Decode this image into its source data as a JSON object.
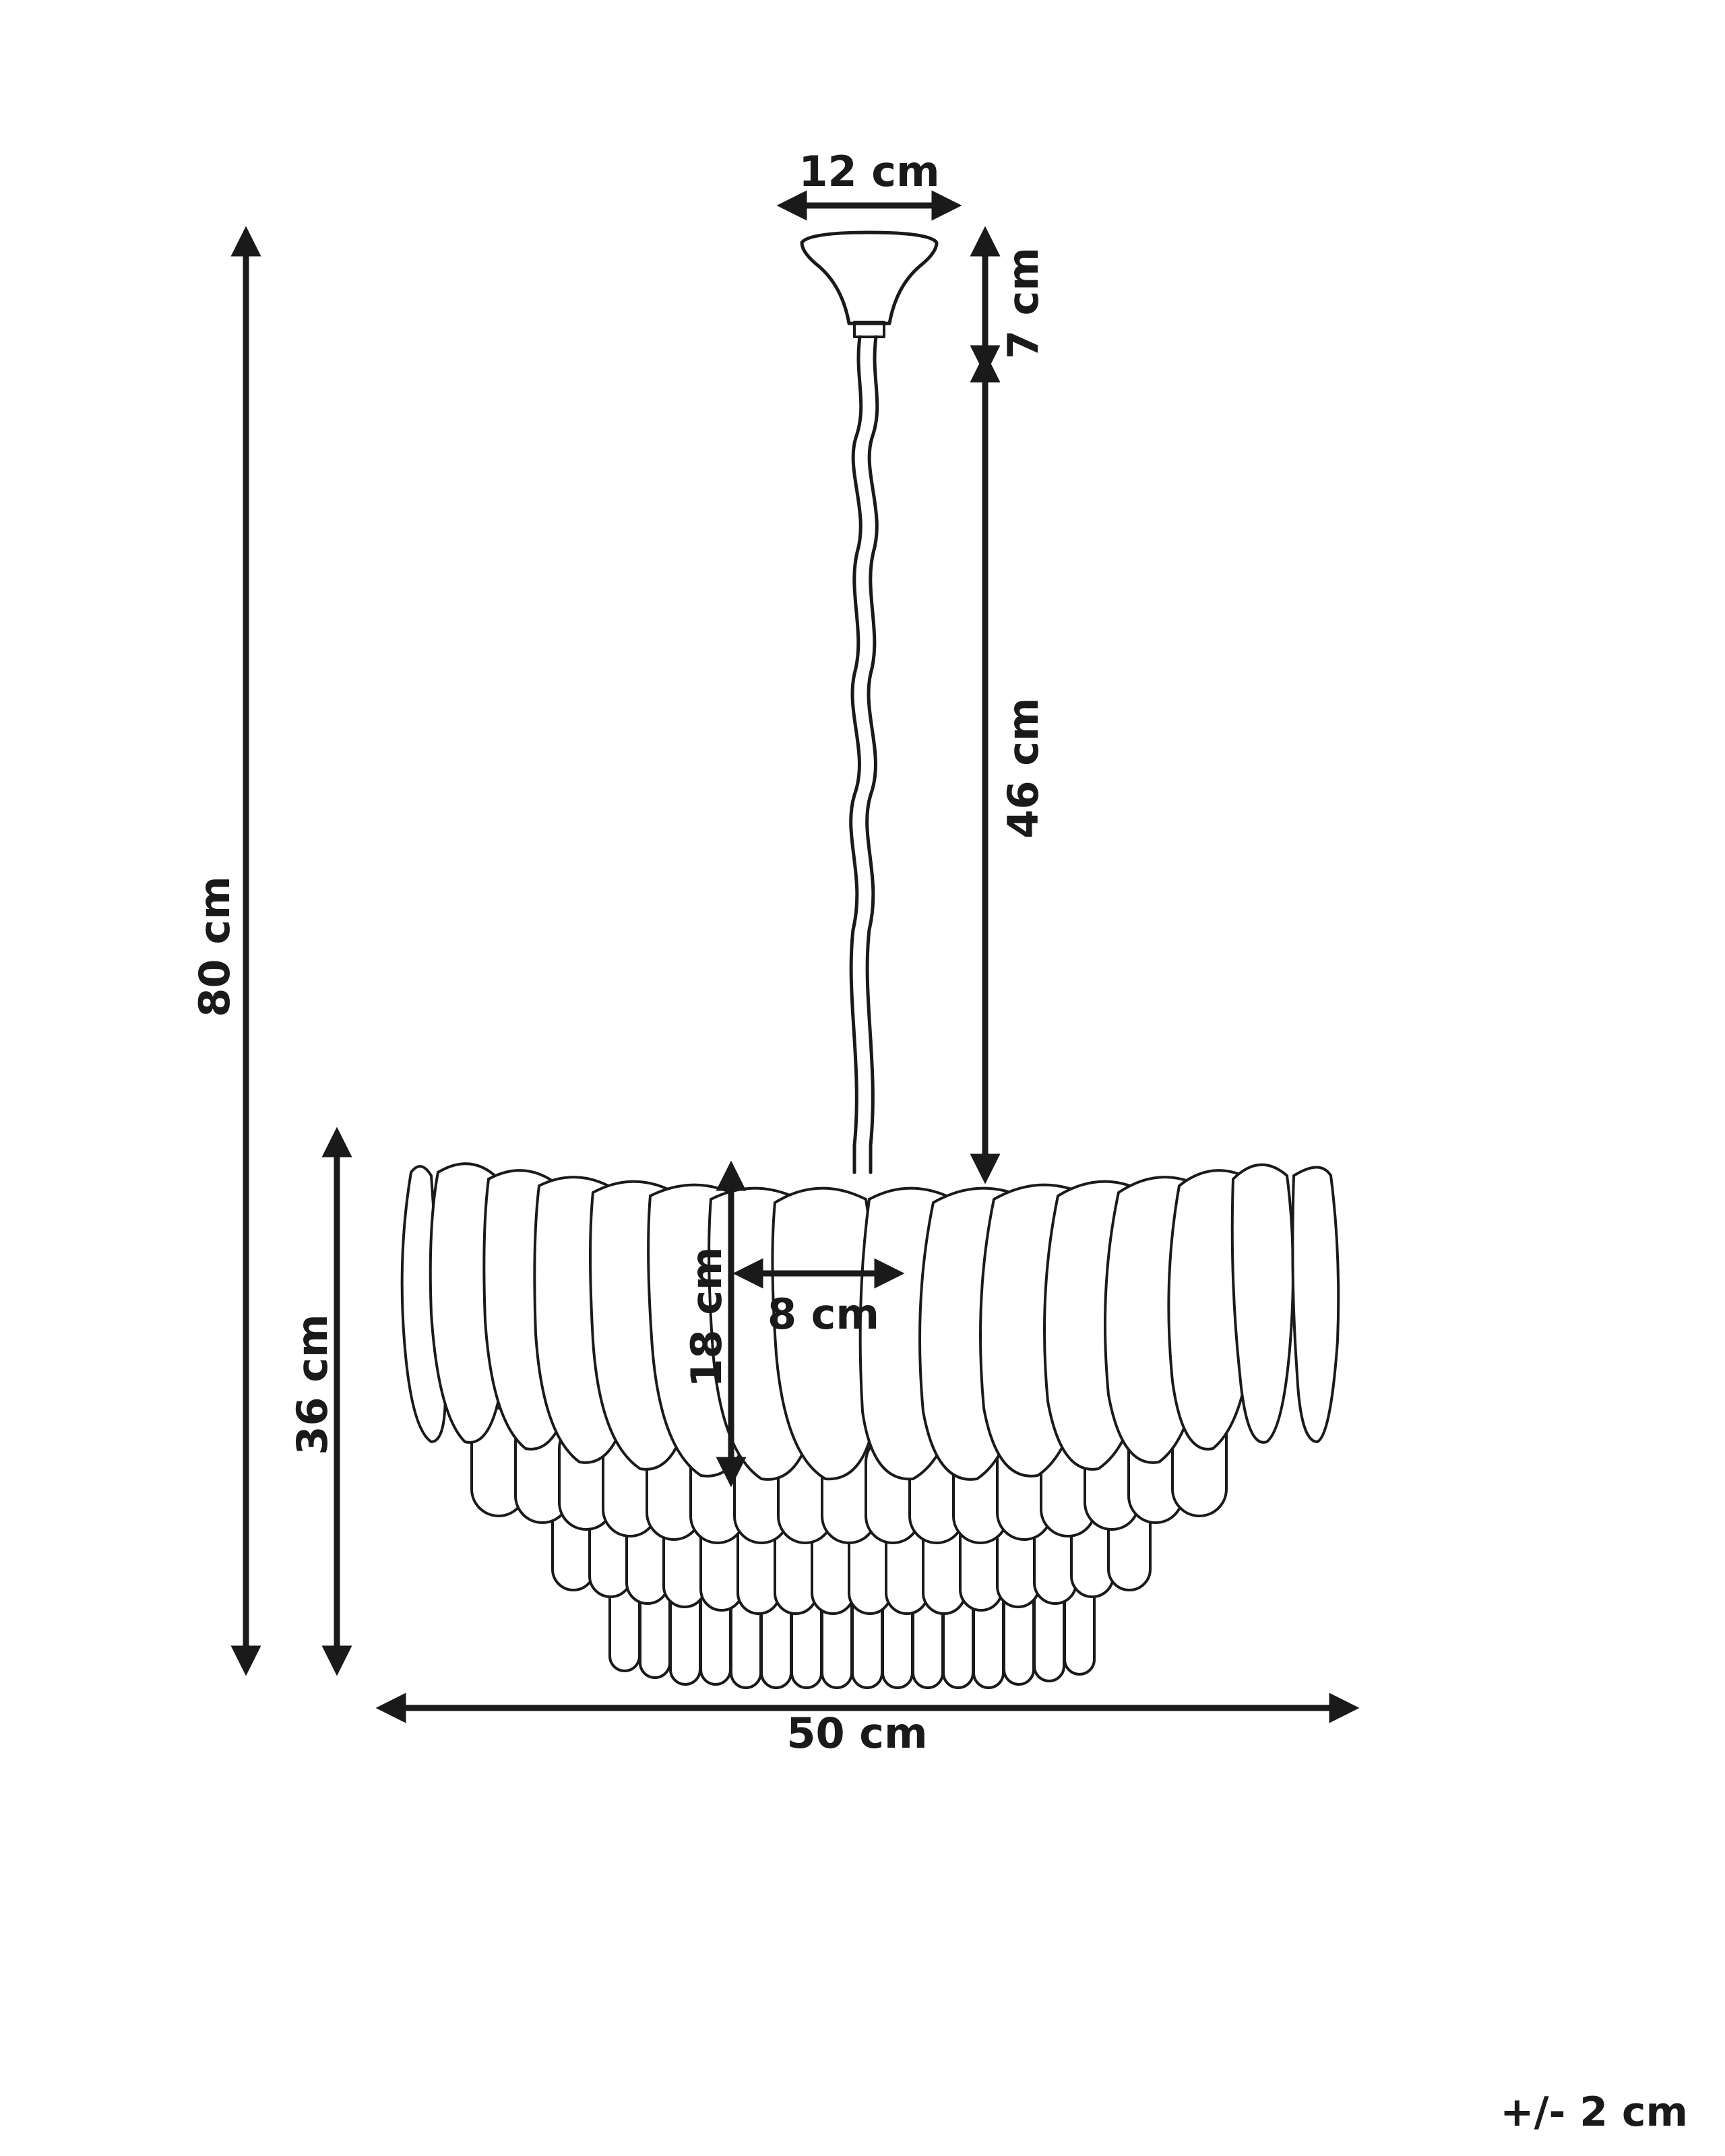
{
  "dimensions": {
    "canopy_width": "12 cm",
    "canopy_height": "7 cm",
    "chain_length": "46 cm",
    "total_height": "80 cm",
    "shade_height": "36 cm",
    "leaf_height": "18 cm",
    "leaf_width": "8 cm",
    "shade_width": "50 cm"
  },
  "tolerance": "+/- 2 cm",
  "colors": {
    "line": "#1a1a1a",
    "background": "#ffffff"
  }
}
